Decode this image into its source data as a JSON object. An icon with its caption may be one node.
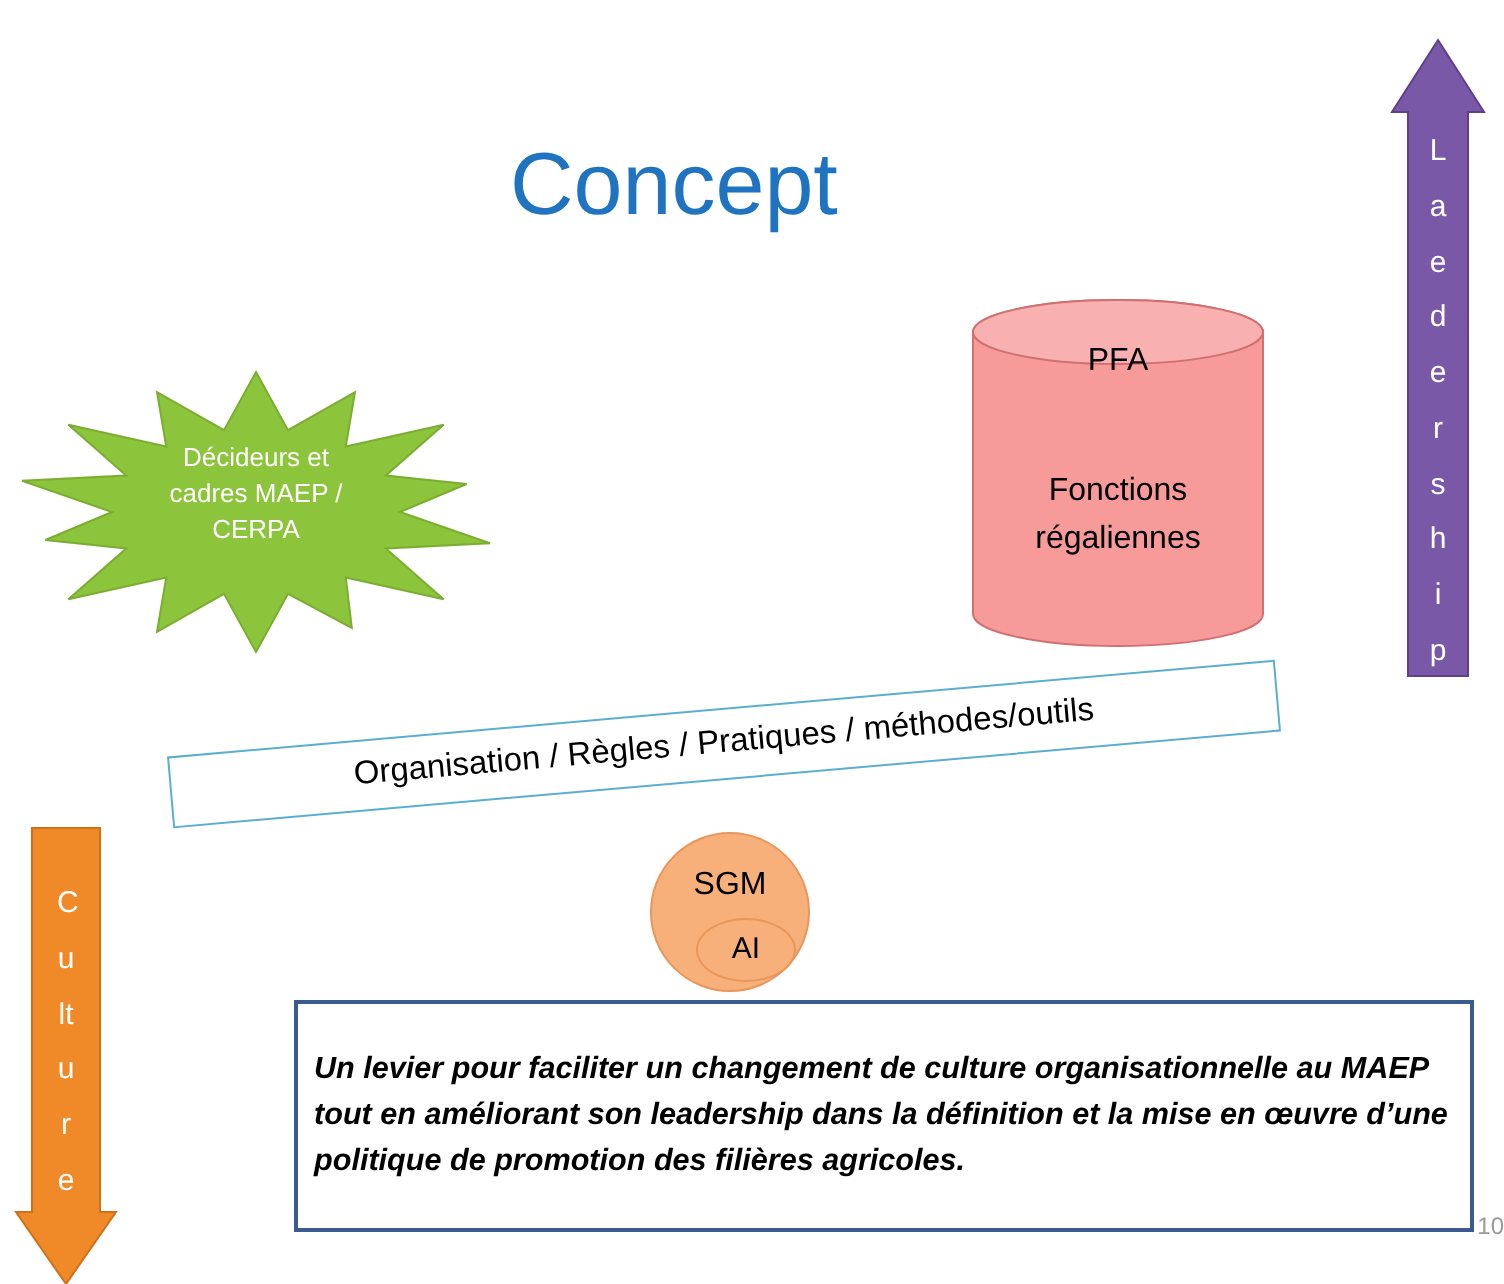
{
  "diagram": {
    "title": "Concept",
    "nodes": [
      {
        "text": [
          "Décideurs et cadres MAEP / CERPA"
        ]
      },
      {
        "text": [
          "PFA",
          "Fonctions régaliennes"
        ]
      },
      {
        "text": [
          "Organisation / Règles / Pratiques / méthodes/outils"
        ]
      },
      {
        "text": [
          "SGM"
        ]
      },
      {
        "text": [
          "AI"
        ],
        "in": 3
      },
      {
        "text": [
          "Un levier  pour  faciliter un changement de culture organisationnelle au MAEP tout en améliorant son leadership dans la définition et la mise en œuvre d’une politique de promotion des filières agricoles."
        ]
      },
      {
        "text": [
          "Laedership"
        ]
      },
      {
        "text": [
          "Culture"
        ]
      }
    ],
    "labels": [
      "10"
    ]
  }
}
